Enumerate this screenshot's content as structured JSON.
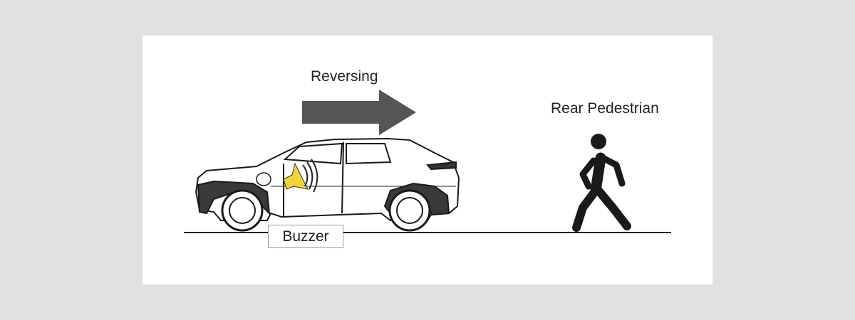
{
  "labels": {
    "reversing": "Reversing",
    "rear_pedestrian": "Rear Pedestrian",
    "buzzer": "Buzzer"
  },
  "colors": {
    "background": "#e1e1e1",
    "panel": "#ffffff",
    "arrow": "#555555",
    "speaker": "#f2d33c",
    "ink": "#1a1a1a"
  }
}
